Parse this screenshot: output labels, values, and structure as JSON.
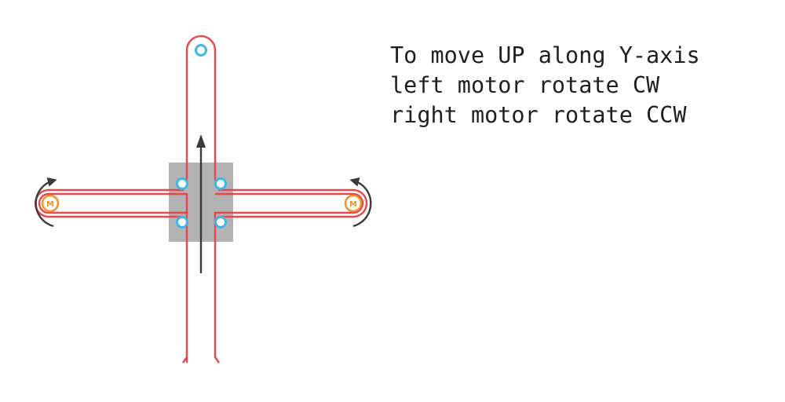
{
  "caption": {
    "line1": "To move UP along Y-axis",
    "line2": "left motor rotate CW",
    "line3": "right motor rotate CCW"
  },
  "motors": {
    "left_label": "M",
    "right_label": "M"
  },
  "colors": {
    "belt": "#e5484d",
    "pulley": "#3fb6e6",
    "motor": "#f0922b",
    "carriage": "#b3b3b3",
    "arrow": "#3a3a3a"
  }
}
